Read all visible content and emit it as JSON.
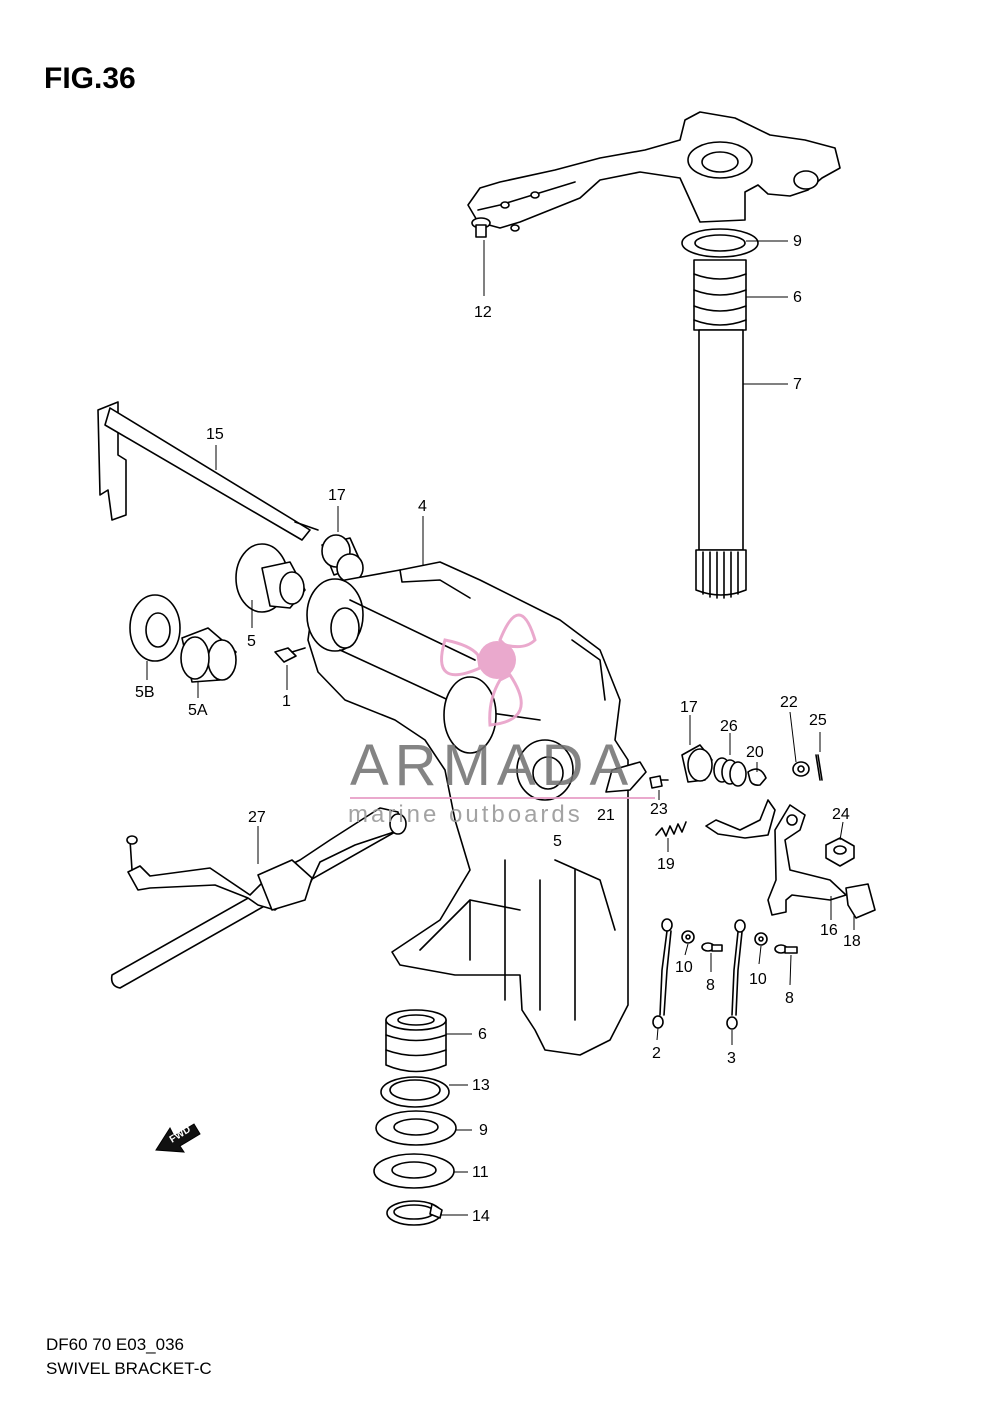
{
  "figure_title": "FIG.36",
  "footer": {
    "model_code": "DF60 70 E03_036",
    "section_name": "SWIVEL BRACKET-C"
  },
  "watermark": {
    "brand": "ARMADA",
    "tagline": "marine outboards",
    "logo_color": "#e8a0c8"
  },
  "fwd_label": "FWD",
  "callouts": [
    {
      "id": "c-9a",
      "text": "9"
    },
    {
      "id": "c-6a",
      "text": "6"
    },
    {
      "id": "c-7",
      "text": "7"
    },
    {
      "id": "c-12",
      "text": "12"
    },
    {
      "id": "c-15",
      "text": "15"
    },
    {
      "id": "c-17a",
      "text": "17"
    },
    {
      "id": "c-4",
      "text": "4"
    },
    {
      "id": "c-5a",
      "text": "5"
    },
    {
      "id": "c-1",
      "text": "1"
    },
    {
      "id": "c-5b",
      "text": "5B"
    },
    {
      "id": "c-5a-label",
      "text": "5A"
    },
    {
      "id": "c-17b",
      "text": "17"
    },
    {
      "id": "c-22",
      "text": "22"
    },
    {
      "id": "c-25",
      "text": "25"
    },
    {
      "id": "c-26",
      "text": "26"
    },
    {
      "id": "c-20",
      "text": "20"
    },
    {
      "id": "c-21",
      "text": "21"
    },
    {
      "id": "c-23",
      "text": "23"
    },
    {
      "id": "c-19",
      "text": "19"
    },
    {
      "id": "c-24",
      "text": "24"
    },
    {
      "id": "c-5c",
      "text": "5"
    },
    {
      "id": "c-27",
      "text": "27"
    },
    {
      "id": "c-16",
      "text": "16"
    },
    {
      "id": "c-18",
      "text": "18"
    },
    {
      "id": "c-10a",
      "text": "10"
    },
    {
      "id": "c-8a",
      "text": "8"
    },
    {
      "id": "c-10b",
      "text": "10"
    },
    {
      "id": "c-8b",
      "text": "8"
    },
    {
      "id": "c-2",
      "text": "2"
    },
    {
      "id": "c-3",
      "text": "3"
    },
    {
      "id": "c-6b",
      "text": "6"
    },
    {
      "id": "c-13",
      "text": "13"
    },
    {
      "id": "c-9b",
      "text": "9"
    },
    {
      "id": "c-11",
      "text": "11"
    },
    {
      "id": "c-14",
      "text": "14"
    }
  ]
}
